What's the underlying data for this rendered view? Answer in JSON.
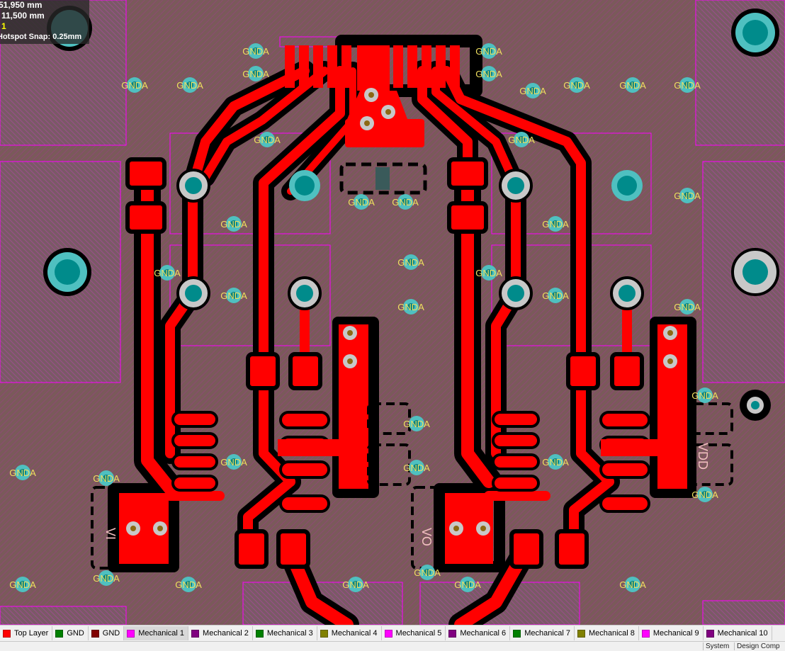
{
  "hud": {
    "x": "51,950 mm",
    "y": "11,500 mm",
    "layer_index": "1",
    "snap": "Hotspot Snap: 0.25mm"
  },
  "board": {
    "net_label": "GNDA",
    "silk_left": "VI",
    "silk_mid": "VO",
    "silk_right": "VDD"
  },
  "colors": {
    "board_bg": "#7a5a5a",
    "top_copper": "#ff0000",
    "keepout": "#000000",
    "via_ring": "#4fc0c0",
    "via_hole": "#008080",
    "pad_ring": "#c8c8c8",
    "mech_outline": "#ff00ff",
    "net_text": "#f0e060"
  },
  "layers": [
    {
      "label": "Top Layer",
      "color": "#ff0000",
      "active": false
    },
    {
      "label": "GND",
      "color": "#008000",
      "active": false
    },
    {
      "label": "GND",
      "color": "#800000",
      "active": false
    },
    {
      "label": "Mechanical 1",
      "color": "#ff00ff",
      "active": true
    },
    {
      "label": "Mechanical 2",
      "color": "#800080",
      "active": false
    },
    {
      "label": "Mechanical 3",
      "color": "#008000",
      "active": false
    },
    {
      "label": "Mechanical 4",
      "color": "#808000",
      "active": false
    },
    {
      "label": "Mechanical 5",
      "color": "#ff00ff",
      "active": false
    },
    {
      "label": "Mechanical 6",
      "color": "#800080",
      "active": false
    },
    {
      "label": "Mechanical 7",
      "color": "#008000",
      "active": false
    },
    {
      "label": "Mechanical 8",
      "color": "#808000",
      "active": false
    },
    {
      "label": "Mechanical 9",
      "color": "#ff00ff",
      "active": false
    },
    {
      "label": "Mechanical 10",
      "color": "#800080",
      "active": false
    }
  ],
  "status": {
    "left": "System",
    "right": "Design Comp"
  }
}
